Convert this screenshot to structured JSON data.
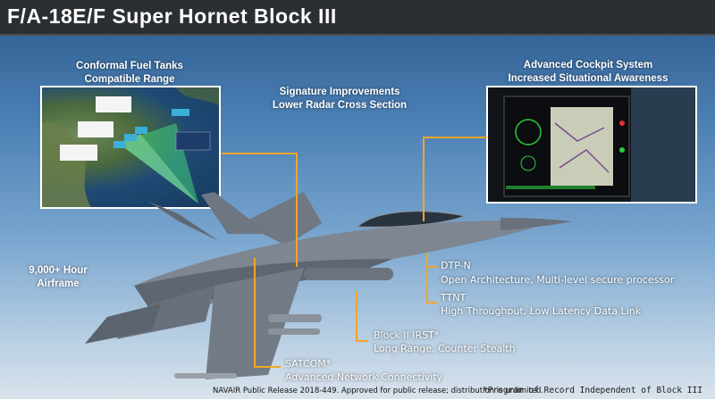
{
  "title": "F/A-18E/F Super Hornet Block III",
  "labels": {
    "cft": [
      "Conformal Fuel Tanks",
      "Compatible Range"
    ],
    "signature": [
      "Signature Improvements",
      "Lower Radar Cross Section"
    ],
    "cockpit": [
      "Advanced Cockpit System",
      "Increased Situational Awareness"
    ],
    "airframe": [
      "9,000+ Hour",
      "Airframe"
    ]
  },
  "callouts": {
    "dtpn": {
      "title": "DTP-N",
      "desc": "Open Architecture, Multi-level secure processor"
    },
    "ttnt": {
      "title": "TTNT",
      "desc": "High Throughput, Low Latency Data Link"
    },
    "irst": {
      "title": "Block II IRST*",
      "desc": "Long Range. Counter Stealth"
    },
    "satcom": {
      "title": "SATCOM*",
      "desc": "Advanced Network Connectivity"
    }
  },
  "footer": {
    "release": "NAVAIR Public Release 2018-449. Approved for public release; distribution is unlimited.",
    "note": "*Program of Record Independent of Block III"
  },
  "colors": {
    "callout_line": "#f2a528",
    "title_bar": "#2b2f33"
  }
}
